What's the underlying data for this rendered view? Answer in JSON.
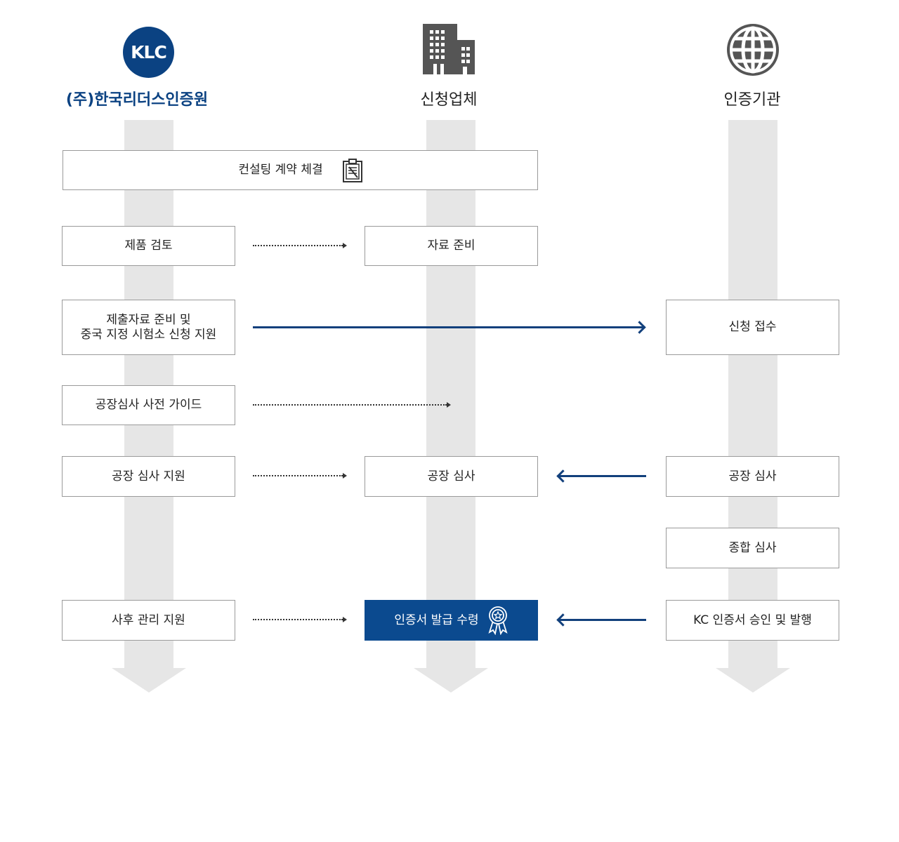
{
  "columns": {
    "klc": {
      "logo_text": "KLC",
      "title": "(주)한국리더스인증원"
    },
    "applicant": {
      "icon": "building-icon",
      "title": "신청업체"
    },
    "agency": {
      "icon": "globe-icon",
      "title": "인증기관"
    }
  },
  "steps": {
    "contract": {
      "label": "컨설팅 계약 체결",
      "icon": "clipboard-icon"
    },
    "product_review": {
      "label": "제품 검토"
    },
    "material_prep": {
      "label": "자료 준비"
    },
    "submission_support": {
      "label": "제출자료 준비 및\n중국 지정 시험소 신청 지원"
    },
    "application_receipt": {
      "label": "신청 접수"
    },
    "audit_guide": {
      "label": "공장심사 사전 가이드"
    },
    "audit_support": {
      "label": "공장 심사 지원"
    },
    "factory_audit_applicant": {
      "label": "공장 심사"
    },
    "factory_audit_agency": {
      "label": "공장 심사"
    },
    "comprehensive_review": {
      "label": "종합 심사"
    },
    "aftercare_support": {
      "label": "사후 관리 지원"
    },
    "certificate_receipt": {
      "label": "인증서 발급 수령",
      "icon": "award-ribbon-icon"
    },
    "kc_issue": {
      "label": "KC 인증서 승인 및 발행"
    }
  },
  "colors": {
    "brand": "#0b4282",
    "highlight": "#0b4a8f",
    "lane": "#e6e6e6",
    "solid_arrow": "#12407c"
  }
}
